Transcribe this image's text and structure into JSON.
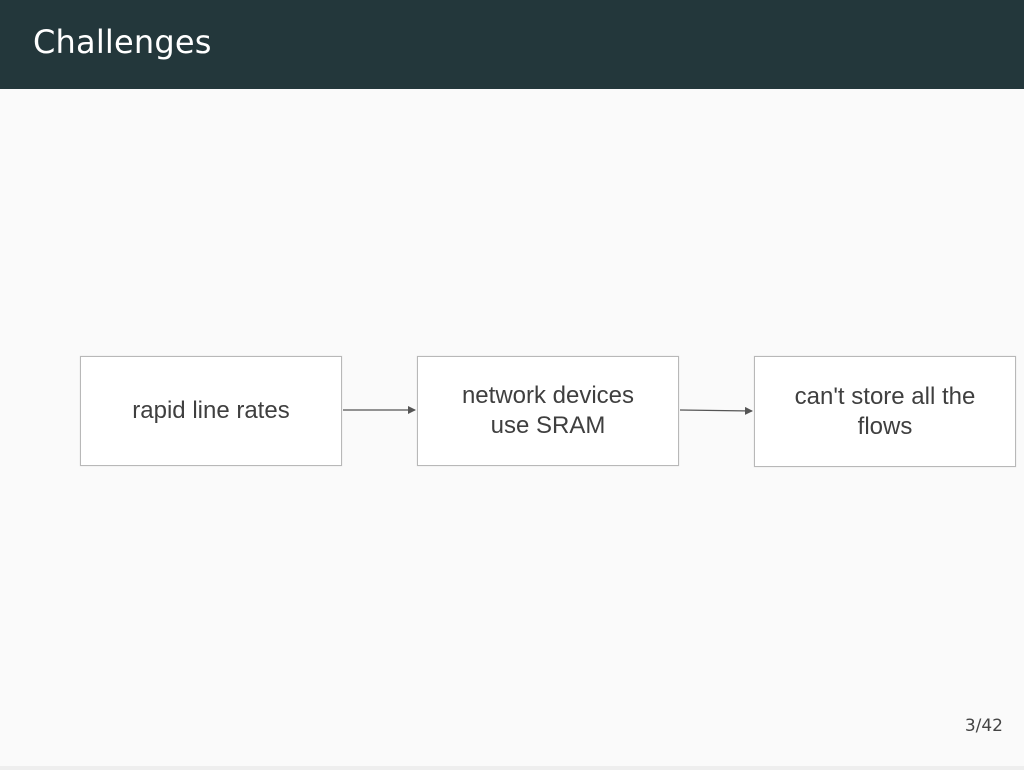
{
  "slide": {
    "title": "Challenges",
    "page_number": "3/42"
  },
  "diagram": {
    "boxes": [
      {
        "id": "rapid",
        "label": "rapid line rates"
      },
      {
        "id": "network",
        "label": "network devices\nuse SRAM"
      },
      {
        "id": "store",
        "label": "can't store all the\nflows"
      }
    ],
    "edges": [
      {
        "from": "rapid",
        "to": "network"
      },
      {
        "from": "network",
        "to": "store"
      }
    ]
  },
  "colors": {
    "header_bg": "#23373b",
    "slide_bg": "#fafafa",
    "box_border": "#b8b8b8",
    "arrow": "#555555"
  }
}
